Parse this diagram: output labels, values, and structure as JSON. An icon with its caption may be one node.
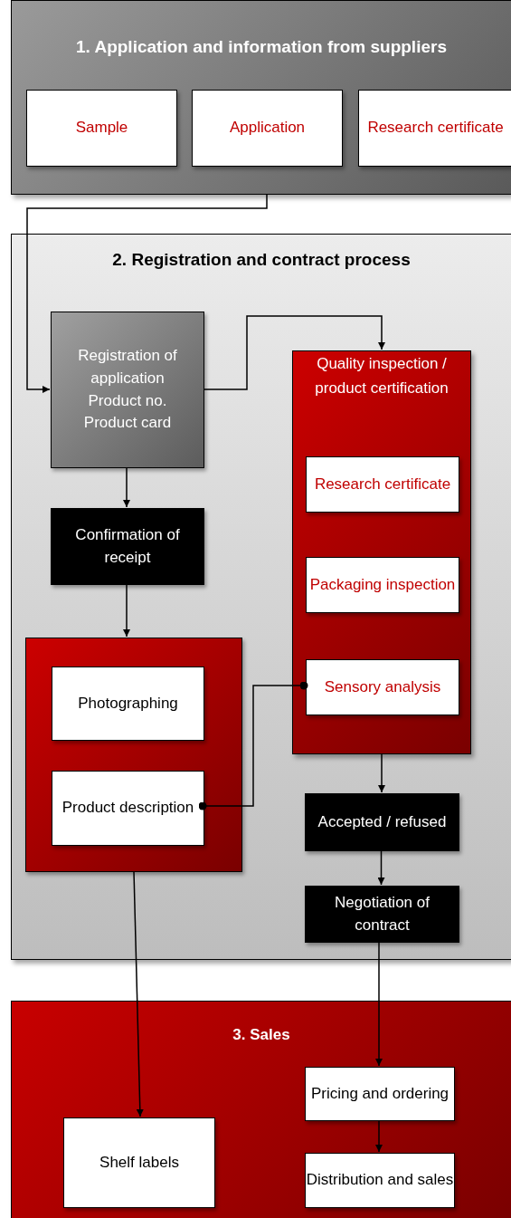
{
  "diagram": {
    "nodes": [
      {
        "text": [
          "1. Application and information from suppliers"
        ]
      },
      {
        "text": [
          "Sample"
        ],
        "in": 0
      },
      {
        "text": [
          "Application"
        ],
        "in": 0
      },
      {
        "text": [
          "Research certificate"
        ],
        "in": 0
      },
      {
        "text": [
          "2. Registration and contract process"
        ]
      },
      {
        "text": [
          "Registration of application",
          "Product no.",
          "Product card"
        ],
        "in": 4
      },
      {
        "text": [
          "Quality inspection / product certification"
        ],
        "in": 4
      },
      {
        "text": [
          "Research certificate"
        ],
        "in": 6
      },
      {
        "text": [
          "Packaging inspection"
        ],
        "in": 6
      },
      {
        "text": [
          "Sensory analysis"
        ],
        "in": 6
      },
      {
        "text": [
          "Confirmation of receipt"
        ],
        "in": 4
      },
      {
        "text": [],
        "shape": "box",
        "in": 4
      },
      {
        "text": [
          "Photographing"
        ],
        "in": 11
      },
      {
        "text": [
          "Product description"
        ],
        "in": 11
      },
      {
        "text": [
          "Accepted / refused"
        ],
        "in": 4
      },
      {
        "text": [
          "Negotiation of contract"
        ],
        "in": 4
      },
      {
        "text": [
          "3. Sales"
        ]
      },
      {
        "text": [
          "Shelf labels"
        ],
        "in": 16
      },
      {
        "text": [
          "Pricing and ordering"
        ],
        "in": 16
      },
      {
        "text": [
          "Distribution and sales"
        ],
        "in": 16
      }
    ],
    "edges": [
      {
        "from": 0,
        "to": 5,
        "arrow": "to"
      },
      {
        "from": 5,
        "to": 6,
        "arrow": "to"
      },
      {
        "from": 5,
        "to": 10,
        "arrow": "to"
      },
      {
        "from": 10,
        "to": 11,
        "arrow": "to"
      },
      {
        "from": 13,
        "to": 9,
        "arrow": "other"
      },
      {
        "from": 6,
        "to": 14,
        "arrow": "to"
      },
      {
        "from": 14,
        "to": 15,
        "arrow": "to"
      },
      {
        "from": 11,
        "to": 17,
        "arrow": "to"
      },
      {
        "from": 15,
        "to": 18,
        "arrow": "to"
      },
      {
        "from": 18,
        "to": 19,
        "arrow": "to"
      }
    ]
  }
}
